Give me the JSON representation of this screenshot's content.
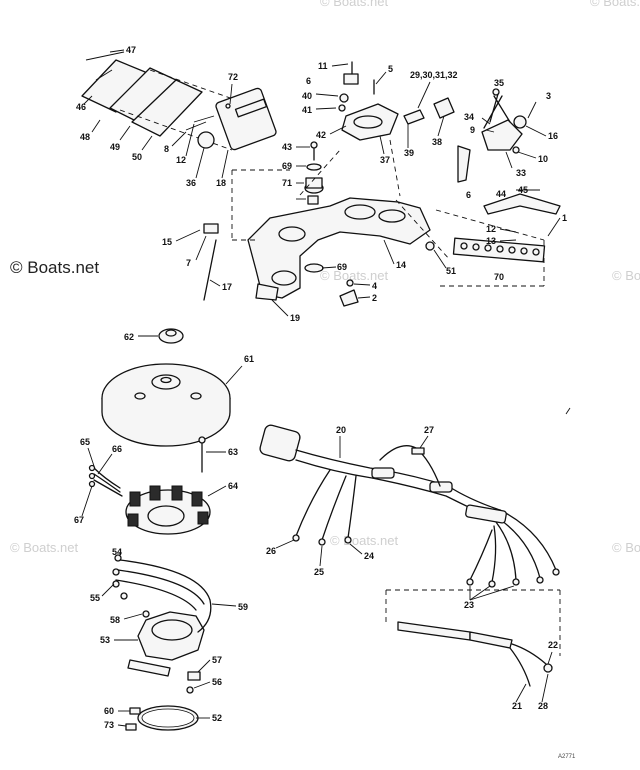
{
  "watermark": {
    "main": "© Boats.net",
    "faint": "© Boats.net"
  },
  "drawing_code": "A2771",
  "callouts": {
    "c1": "1",
    "c2": "2",
    "c3": "3",
    "c4": "4",
    "c5": "5",
    "c6a": "6",
    "c6b": "6",
    "c7": "7",
    "c8": "8",
    "c9": "9",
    "c10": "10",
    "c11": "11",
    "c12a": "12",
    "c12b": "12",
    "c13": "13",
    "c14": "14",
    "c15": "15",
    "c16": "16",
    "c17": "17",
    "c18": "18",
    "c19": "19",
    "c20": "20",
    "c21": "21",
    "c22": "22",
    "c23": "23",
    "c24": "24",
    "c25": "25",
    "c26": "26",
    "c27": "27",
    "c28": "28",
    "c29": "29,30,31,32",
    "c33": "33",
    "c34": "34",
    "c35": "35",
    "c36": "36",
    "c37": "37",
    "c38": "38",
    "c39": "39",
    "c40": "40",
    "c41": "41",
    "c42": "42",
    "c43": "43",
    "c44": "44",
    "c45": "45",
    "c46": "46",
    "c47": "47",
    "c48": "48",
    "c49": "49",
    "c50": "50",
    "c51": "51",
    "c52": "52",
    "c53": "53",
    "c54": "54",
    "c55": "55",
    "c56": "56",
    "c57": "57",
    "c58": "58",
    "c59": "59",
    "c60": "60",
    "c61": "61",
    "c62": "62",
    "c63": "63",
    "c64": "64",
    "c65": "65",
    "c66": "66",
    "c67": "67",
    "c69a": "69",
    "c69b": "69",
    "c70": "70",
    "c71": "71",
    "c72": "72",
    "c73": "73"
  }
}
